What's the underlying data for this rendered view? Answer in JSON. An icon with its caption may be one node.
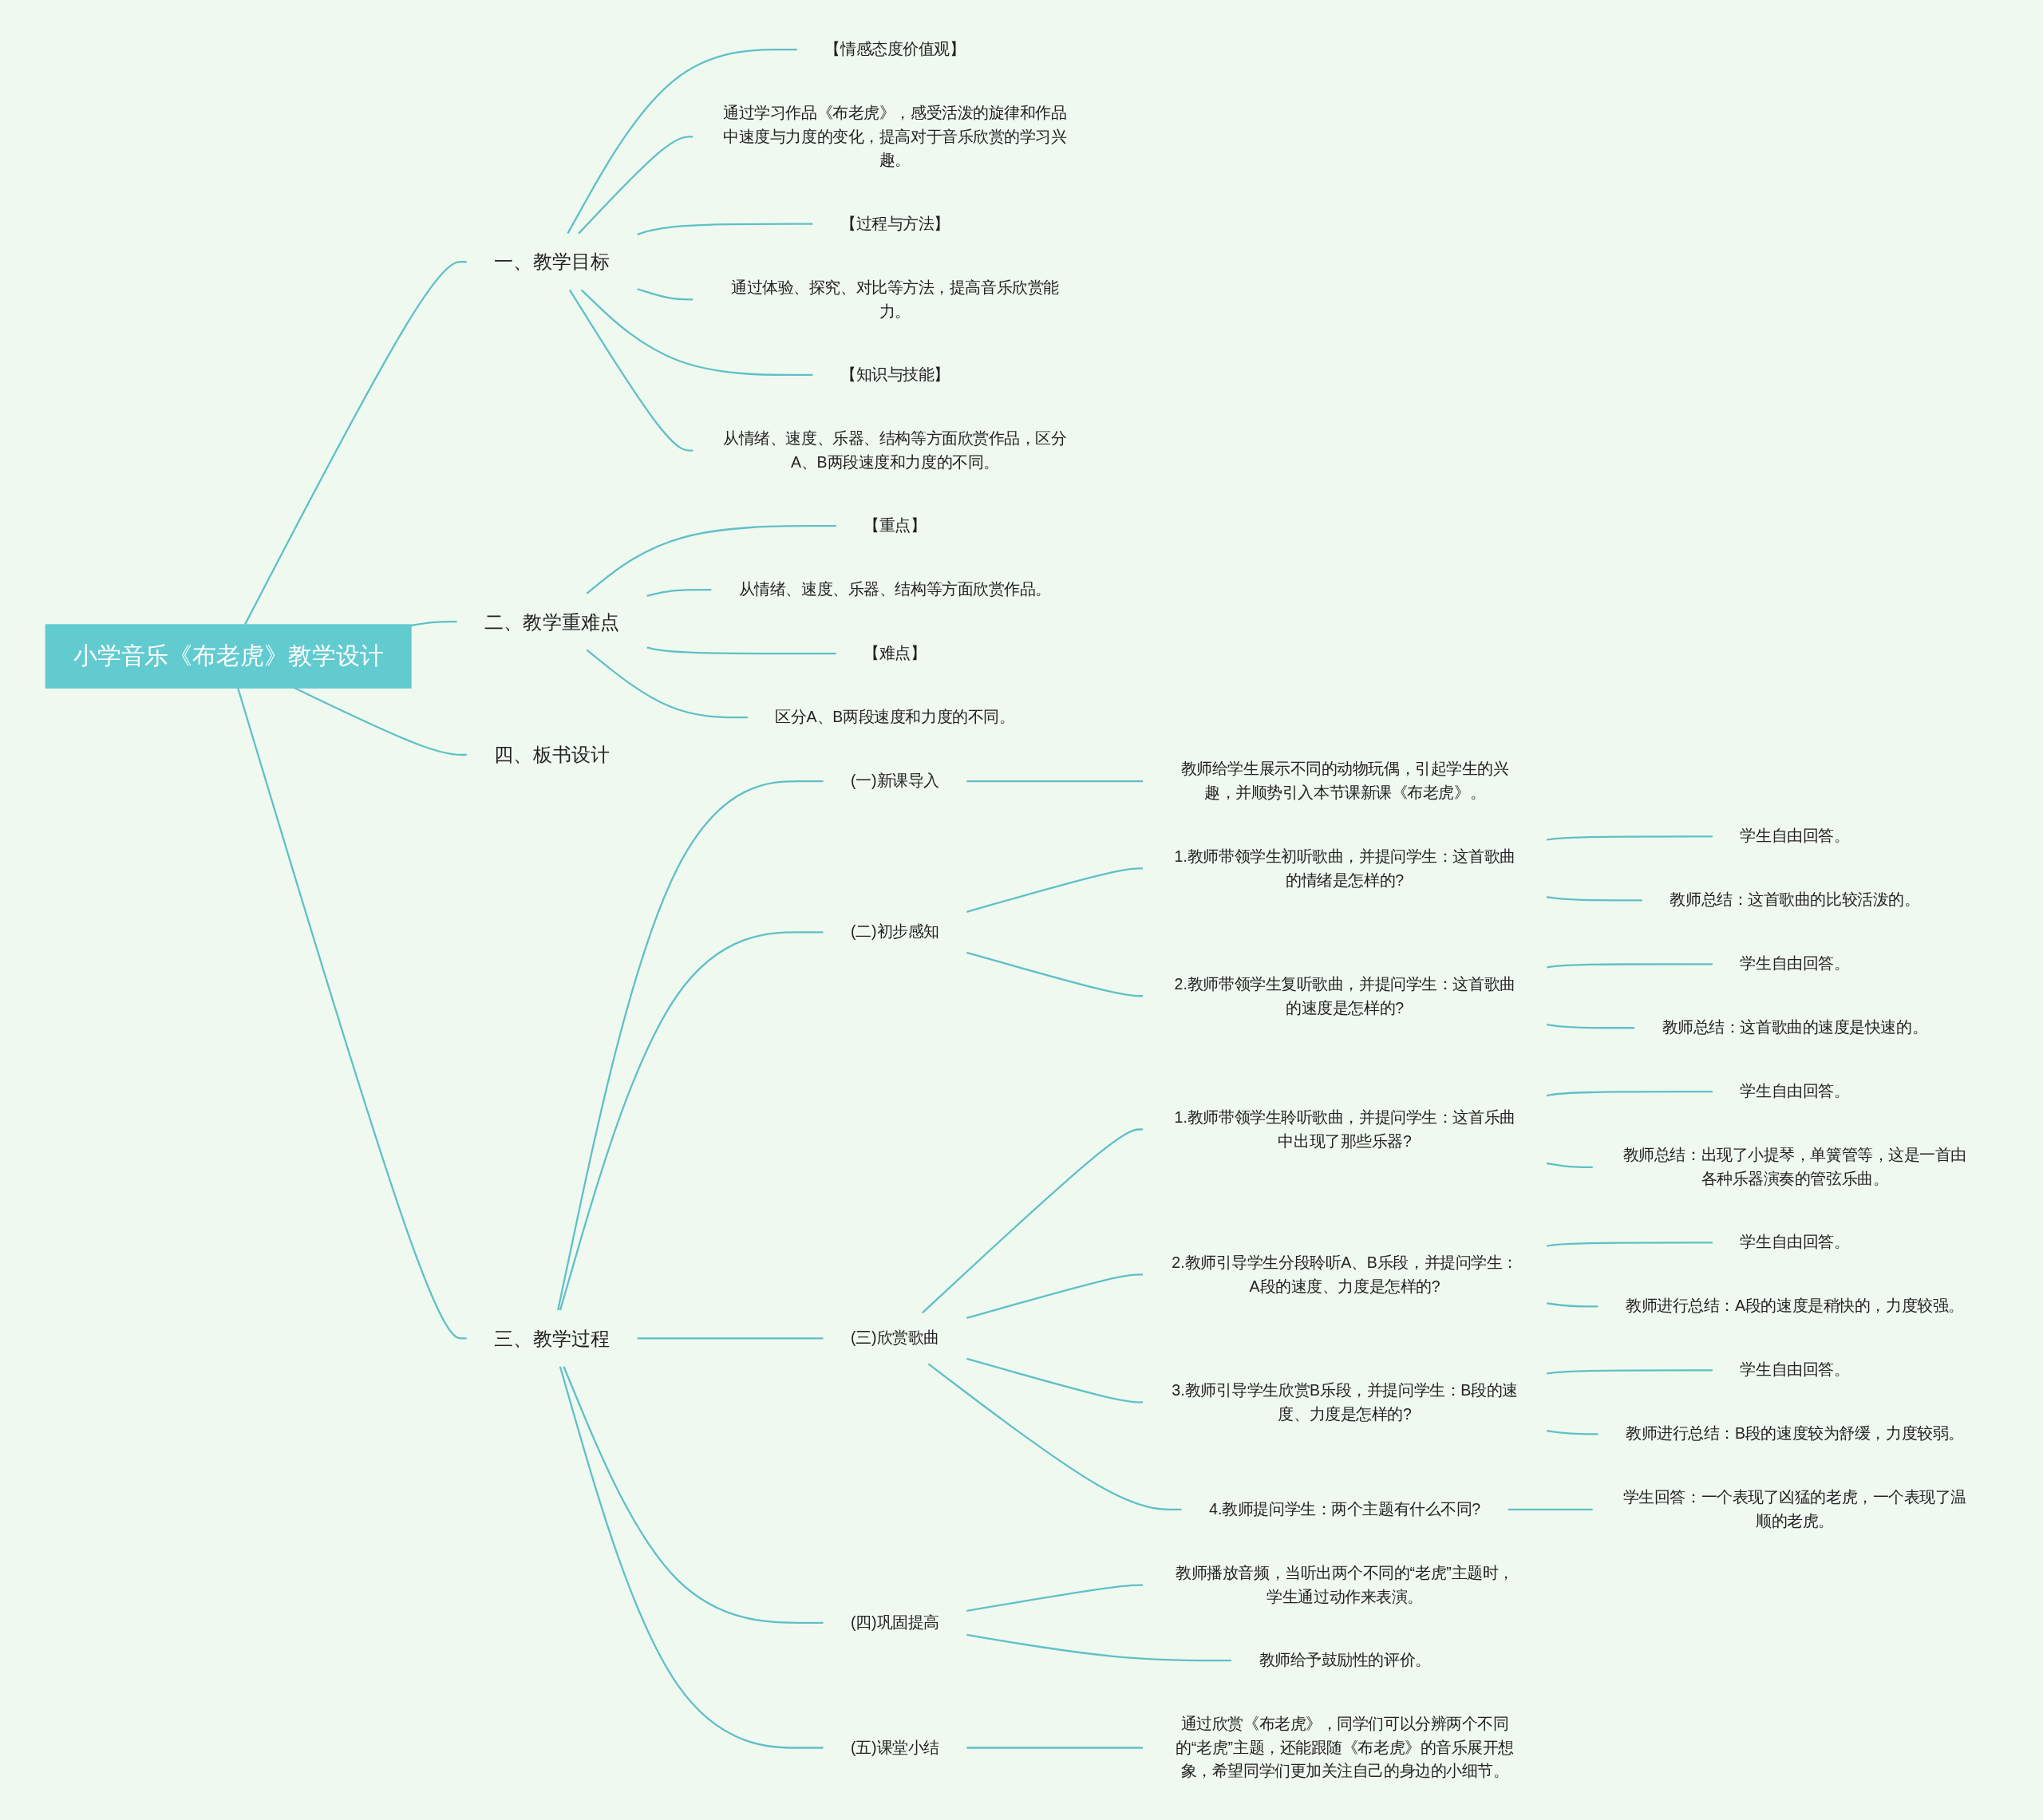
{
  "diagram": {
    "nodes": [
      {
        "text": [
          "小学音乐《布老虎》教学设计"
        ]
      },
      {
        "text": [
          "一、教学目标"
        ]
      },
      {
        "text": [
          "【情感态度价值观】"
        ]
      },
      {
        "text": [
          "通过学习作品《布老虎》，感受活泼的旋律和作品中速度与力度的变化，提高对于音乐欣赏的学习兴趣。"
        ]
      },
      {
        "text": [
          "【过程与方法】"
        ]
      },
      {
        "text": [
          "通过体验、探究、对比等方法，提高音乐欣赏能力。"
        ]
      },
      {
        "text": [
          "【知识与技能】"
        ]
      },
      {
        "text": [
          "从情绪、速度、乐器、结构等方面欣赏作品，区分A、B两段速度和力度的不同。"
        ]
      },
      {
        "text": [
          "二、教学重难点"
        ]
      },
      {
        "text": [
          "【重点】"
        ]
      },
      {
        "text": [
          "从情绪、速度、乐器、结构等方面欣赏作品。"
        ]
      },
      {
        "text": [
          "【难点】"
        ]
      },
      {
        "text": [
          "区分A、B两段速度和力度的不同。"
        ]
      },
      {
        "text": [
          "四、板书设计"
        ]
      },
      {
        "text": [
          "三、教学过程"
        ]
      },
      {
        "text": [
          "(一)新课导入"
        ]
      },
      {
        "text": [
          "教师给学生展示不同的动物玩偶，引起学生的兴趣，并顺势引入本节课新课《布老虎》。"
        ]
      },
      {
        "text": [
          "(二)初步感知"
        ]
      },
      {
        "text": [
          "1.教师带领学生初听歌曲，并提问学生：这首歌曲的情绪是怎样的?"
        ]
      },
      {
        "text": [
          "学生自由回答。"
        ]
      },
      {
        "text": [
          "教师总结：这首歌曲的比较活泼的。"
        ]
      },
      {
        "text": [
          "2.教师带领学生复听歌曲，并提问学生：这首歌曲的速度是怎样的?"
        ]
      },
      {
        "text": [
          "学生自由回答。"
        ]
      },
      {
        "text": [
          "教师总结：这首歌曲的速度是快速的。"
        ]
      },
      {
        "text": [
          "(三)欣赏歌曲"
        ]
      },
      {
        "text": [
          "1.教师带领学生聆听歌曲，并提问学生：这首乐曲中出现了那些乐器?"
        ]
      },
      {
        "text": [
          "学生自由回答。"
        ]
      },
      {
        "text": [
          "教师总结：出现了小提琴，单簧管等，这是一首由各种乐器演奏的管弦乐曲。"
        ]
      },
      {
        "text": [
          "2.教师引导学生分段聆听A、B乐段，并提问学生：A段的速度、力度是怎样的?"
        ]
      },
      {
        "text": [
          "学生自由回答。"
        ]
      },
      {
        "text": [
          "教师进行总结：A段的速度是稍快的，力度较强。"
        ]
      },
      {
        "text": [
          "3.教师引导学生欣赏B乐段，并提问学生：B段的速度、力度是怎样的?"
        ]
      },
      {
        "text": [
          "学生自由回答。"
        ]
      },
      {
        "text": [
          "教师进行总结：B段的速度较为舒缓，力度较弱。"
        ]
      },
      {
        "text": [
          "4.教师提问学生：两个主题有什么不同?"
        ]
      },
      {
        "text": [
          "学生回答：一个表现了凶猛的老虎，一个表现了温顺的老虎。"
        ]
      },
      {
        "text": [
          "(四)巩固提高"
        ]
      },
      {
        "text": [
          "教师播放音频，当听出两个不同的“老虎”主题时，学生通过动作来表演。"
        ]
      },
      {
        "text": [
          "教师给予鼓励性的评价。"
        ]
      },
      {
        "text": [
          "(五)课堂小结"
        ]
      },
      {
        "text": [
          "通过欣赏《布老虎》，同学们可以分辨两个不同的“老虎”主题，还能跟随《布老虎》的音乐展开想象，希望同学们更加关注自己的身边的小细节。"
        ]
      }
    ],
    "edges": [
      {
        "from": 0,
        "to": 1,
        "arrow": "none"
      },
      {
        "from": 1,
        "to": 2,
        "arrow": "none"
      },
      {
        "from": 1,
        "to": 3,
        "arrow": "none"
      },
      {
        "from": 1,
        "to": 4,
        "arrow": "none"
      },
      {
        "from": 1,
        "to": 5,
        "arrow": "none"
      },
      {
        "from": 1,
        "to": 6,
        "arrow": "none"
      },
      {
        "from": 1,
        "to": 7,
        "arrow": "none"
      },
      {
        "from": 0,
        "to": 8,
        "arrow": "none"
      },
      {
        "from": 8,
        "to": 9,
        "arrow": "none"
      },
      {
        "from": 8,
        "to": 10,
        "arrow": "none"
      },
      {
        "from": 8,
        "to": 11,
        "arrow": "none"
      },
      {
        "from": 8,
        "to": 12,
        "arrow": "none"
      },
      {
        "from": 0,
        "to": 13,
        "arrow": "none"
      },
      {
        "from": 0,
        "to": 14,
        "arrow": "none"
      },
      {
        "from": 14,
        "to": 15,
        "arrow": "none"
      },
      {
        "from": 15,
        "to": 16,
        "arrow": "none"
      },
      {
        "from": 14,
        "to": 17,
        "arrow": "none"
      },
      {
        "from": 17,
        "to": 18,
        "arrow": "none"
      },
      {
        "from": 18,
        "to": 19,
        "arrow": "none"
      },
      {
        "from": 18,
        "to": 20,
        "arrow": "none"
      },
      {
        "from": 17,
        "to": 21,
        "arrow": "none"
      },
      {
        "from": 21,
        "to": 22,
        "arrow": "none"
      },
      {
        "from": 21,
        "to": 23,
        "arrow": "none"
      },
      {
        "from": 14,
        "to": 24,
        "arrow": "none"
      },
      {
        "from": 24,
        "to": 25,
        "arrow": "none"
      },
      {
        "from": 25,
        "to": 26,
        "arrow": "none"
      },
      {
        "from": 25,
        "to": 27,
        "arrow": "none"
      },
      {
        "from": 24,
        "to": 28,
        "arrow": "none"
      },
      {
        "from": 28,
        "to": 29,
        "arrow": "none"
      },
      {
        "from": 28,
        "to": 30,
        "arrow": "none"
      },
      {
        "from": 24,
        "to": 31,
        "arrow": "none"
      },
      {
        "from": 31,
        "to": 32,
        "arrow": "none"
      },
      {
        "from": 31,
        "to": 33,
        "arrow": "none"
      },
      {
        "from": 24,
        "to": 34,
        "arrow": "none"
      },
      {
        "from": 34,
        "to": 35,
        "arrow": "none"
      },
      {
        "from": 14,
        "to": 36,
        "arrow": "none"
      },
      {
        "from": 36,
        "to": 37,
        "arrow": "none"
      },
      {
        "from": 36,
        "to": 38,
        "arrow": "none"
      },
      {
        "from": 14,
        "to": 39,
        "arrow": "none"
      },
      {
        "from": 39,
        "to": 40,
        "arrow": "none"
      }
    ]
  }
}
